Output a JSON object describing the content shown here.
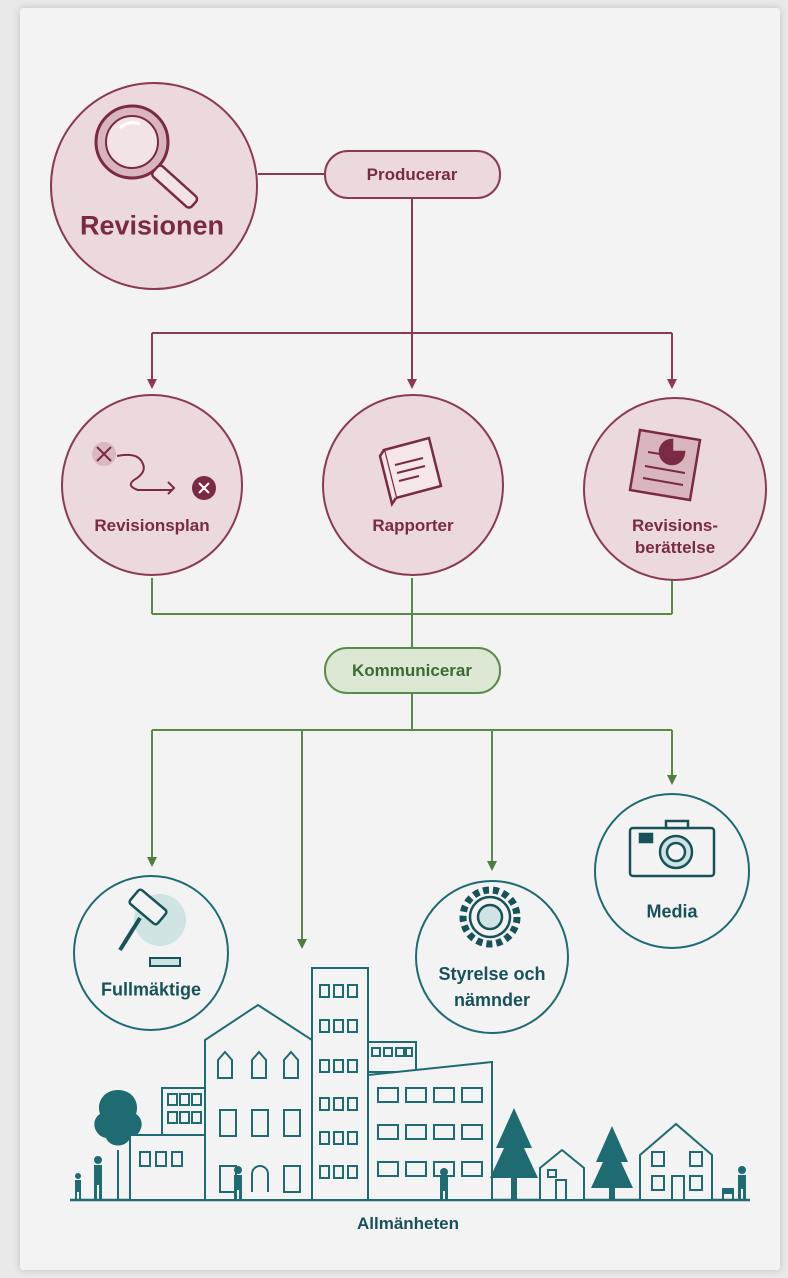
{
  "diagram": {
    "root": "Revisionen",
    "produces_label": "Producerar",
    "outputs": [
      "Revisionsplan",
      "Rapporter",
      "Revisions-\nberättelse"
    ],
    "communicates_label": "Kommunicerar",
    "recipients": [
      "Fullmäktige",
      "Styrelse och\nnämnder",
      "Media"
    ],
    "public_label": "Allmänheten"
  },
  "colors": {
    "maroon": "#7a2a44",
    "pink_fill": "#ecd9dd",
    "green_line": "#5a8a4a",
    "green_fill": "#dde8d4",
    "teal": "#1f6b72"
  }
}
